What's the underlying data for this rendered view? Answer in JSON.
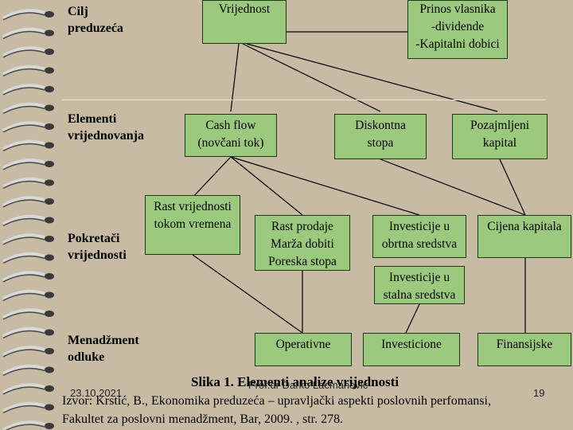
{
  "rows": {
    "goal": [
      "Cilj",
      "preduzeća"
    ],
    "elements": [
      "Elementi",
      "vrijednovanja"
    ],
    "drivers": [
      "Pokretači",
      "vrijednosti"
    ],
    "decisions": [
      "Menadžment",
      "odluke"
    ]
  },
  "boxes": {
    "value": [
      "Vrijednost"
    ],
    "owner_return": [
      "Prinos vlasnika",
      "-dividende",
      "-Kapitalni dobici"
    ],
    "cash_flow": [
      "Cash flow",
      "(novčani tok)"
    ],
    "discount_rate": [
      "Diskontna",
      "stopa"
    ],
    "borrowed_capital": [
      "Pozajmljeni",
      "kapital"
    ],
    "value_growth": [
      "Rast vrijednosti",
      "tokom vremena"
    ],
    "sales_growth": [
      "Rast prodaje",
      "Marža dobiti",
      "Poreska stopa"
    ],
    "working_capital": [
      "Investicije u",
      "obrtna sredstva"
    ],
    "capital_cost": [
      "Cijena kapitala"
    ],
    "fixed_assets": [
      "Investicije u",
      "stalna sredstva"
    ],
    "operational": [
      "Operativne"
    ],
    "investment": [
      "Investicione"
    ],
    "financial": [
      "Finansijske"
    ]
  },
  "caption": "Slika 1. Elementi analize vrijednosti",
  "source": "Izvor: Krstić, B., Ekonomika preduzeća – upravljački aspekti poslovnih perfomansi, Fakultet za poslovni menadžment, Bar, 2009. , str. 278.",
  "footer": {
    "date": "23.10.2021",
    "author": "Prof.dr Darko Lacmanović",
    "page": "19"
  },
  "colors": {
    "background": "#c8bba4",
    "box_fill": "#9bc97d",
    "line": "#000000"
  }
}
